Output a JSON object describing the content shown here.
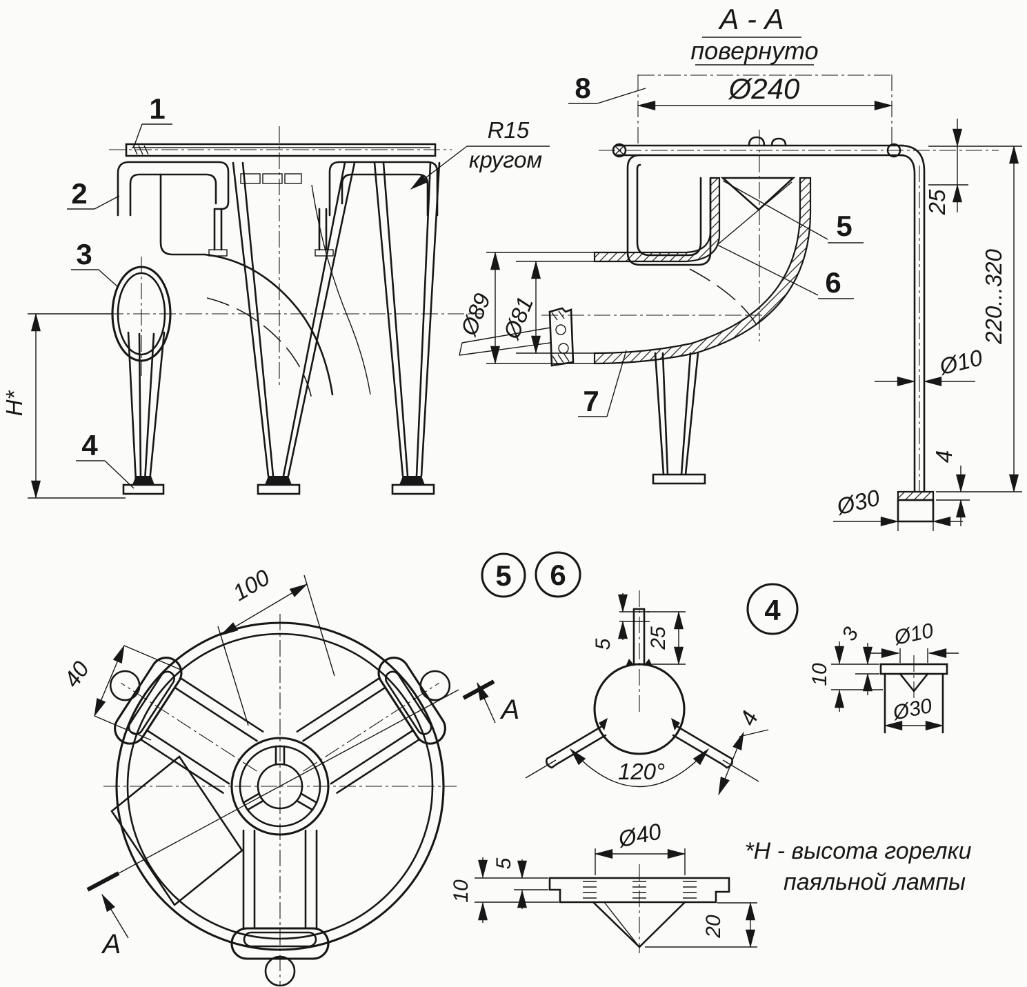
{
  "title": {
    "section": "А - А",
    "modifier": "повернуто"
  },
  "callouts": {
    "c1": "1",
    "c2": "2",
    "c3": "3",
    "c4": "4",
    "c5": "5",
    "c6": "6",
    "c7": "7",
    "c8": "8"
  },
  "details": {
    "d5": "5",
    "d6": "6",
    "d4": "4"
  },
  "marks": {
    "section_letter": "А"
  },
  "dims": {
    "front": {
      "height": "Н*",
      "radius": "R15",
      "radius_note": "кругом"
    },
    "section": {
      "d240": "Ø240",
      "n25": "25",
      "range": "220...320",
      "d10": "Ø10",
      "n4": "4",
      "d30": "Ø30",
      "d89": "Ø89",
      "d81": "Ø81"
    },
    "plan": {
      "n100": "100",
      "n40": "40"
    },
    "detail56": {
      "n5": "5",
      "n25": "25",
      "angle": "120°",
      "n4": "4"
    },
    "disc": {
      "d40": "Ø40",
      "n5": "5",
      "n10": "10",
      "n20": "20"
    },
    "foot": {
      "n3": "3",
      "n10": "10",
      "d10": "Ø10",
      "d30": "Ø30"
    }
  },
  "note": {
    "line1": "*Н - высота  горелки",
    "line2": "паяльной лампы"
  }
}
